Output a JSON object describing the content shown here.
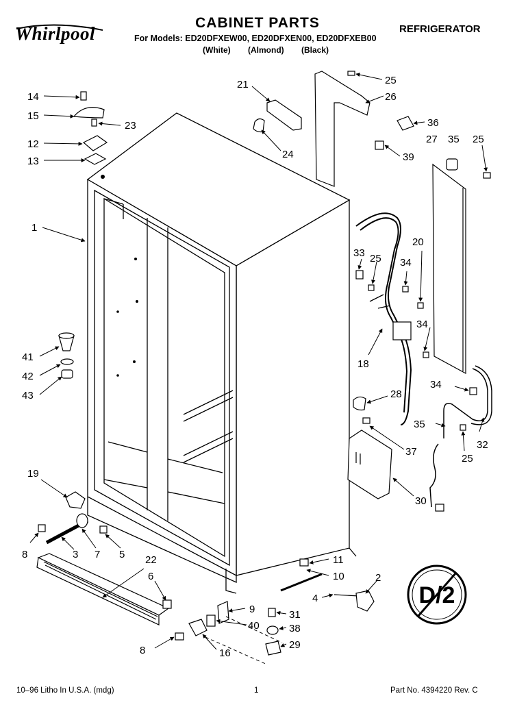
{
  "header": {
    "brand": "Whirlpool",
    "title": "CABINET PARTS",
    "models_line": "For Models: ED20DFXEW00, ED20DFXEN00, ED20DFXEB00",
    "variant_white": "(White)",
    "variant_almond": "(Almond)",
    "variant_black": "(Black)",
    "category": "REFRIGERATOR"
  },
  "footer": {
    "litho": "10–96 Litho In U.S.A. (mdg)",
    "page": "1",
    "part_no": "Part No. 4394220 Rev. C"
  },
  "badge": {
    "text": "D/2"
  },
  "callouts": [
    {
      "id": "c14",
      "text": "14"
    },
    {
      "id": "c15",
      "text": "15"
    },
    {
      "id": "c23",
      "text": "23"
    },
    {
      "id": "c12",
      "text": "12"
    },
    {
      "id": "c13",
      "text": "13"
    },
    {
      "id": "c1",
      "text": "1"
    },
    {
      "id": "c21",
      "text": "21"
    },
    {
      "id": "c24",
      "text": "24"
    },
    {
      "id": "c25a",
      "text": "25"
    },
    {
      "id": "c26",
      "text": "26"
    },
    {
      "id": "c36",
      "text": "36"
    },
    {
      "id": "c39",
      "text": "39"
    },
    {
      "id": "c27",
      "text": "27"
    },
    {
      "id": "c35a",
      "text": "35"
    },
    {
      "id": "c25b",
      "text": "25"
    },
    {
      "id": "c33",
      "text": "33"
    },
    {
      "id": "c25c",
      "text": "25"
    },
    {
      "id": "c34a",
      "text": "34"
    },
    {
      "id": "c20",
      "text": "20"
    },
    {
      "id": "c34b",
      "text": "34"
    },
    {
      "id": "c18",
      "text": "18"
    },
    {
      "id": "c34c",
      "text": "34"
    },
    {
      "id": "c28",
      "text": "28"
    },
    {
      "id": "c35b",
      "text": "35"
    },
    {
      "id": "c25d",
      "text": "25"
    },
    {
      "id": "c32",
      "text": "32"
    },
    {
      "id": "c37",
      "text": "37"
    },
    {
      "id": "c30",
      "text": "30"
    },
    {
      "id": "c41",
      "text": "41"
    },
    {
      "id": "c42",
      "text": "42"
    },
    {
      "id": "c43",
      "text": "43"
    },
    {
      "id": "c19",
      "text": "19"
    },
    {
      "id": "c8a",
      "text": "8"
    },
    {
      "id": "c3",
      "text": "3"
    },
    {
      "id": "c7",
      "text": "7"
    },
    {
      "id": "c5",
      "text": "5"
    },
    {
      "id": "c22",
      "text": "22"
    },
    {
      "id": "c6",
      "text": "6"
    },
    {
      "id": "c11",
      "text": "11"
    },
    {
      "id": "c10",
      "text": "10"
    },
    {
      "id": "c2",
      "text": "2"
    },
    {
      "id": "c4",
      "text": "4"
    },
    {
      "id": "c9",
      "text": "9"
    },
    {
      "id": "c31",
      "text": "31"
    },
    {
      "id": "c40",
      "text": "40"
    },
    {
      "id": "c38",
      "text": "38"
    },
    {
      "id": "c29",
      "text": "29"
    },
    {
      "id": "c8b",
      "text": "8"
    },
    {
      "id": "c16",
      "text": "16"
    }
  ]
}
